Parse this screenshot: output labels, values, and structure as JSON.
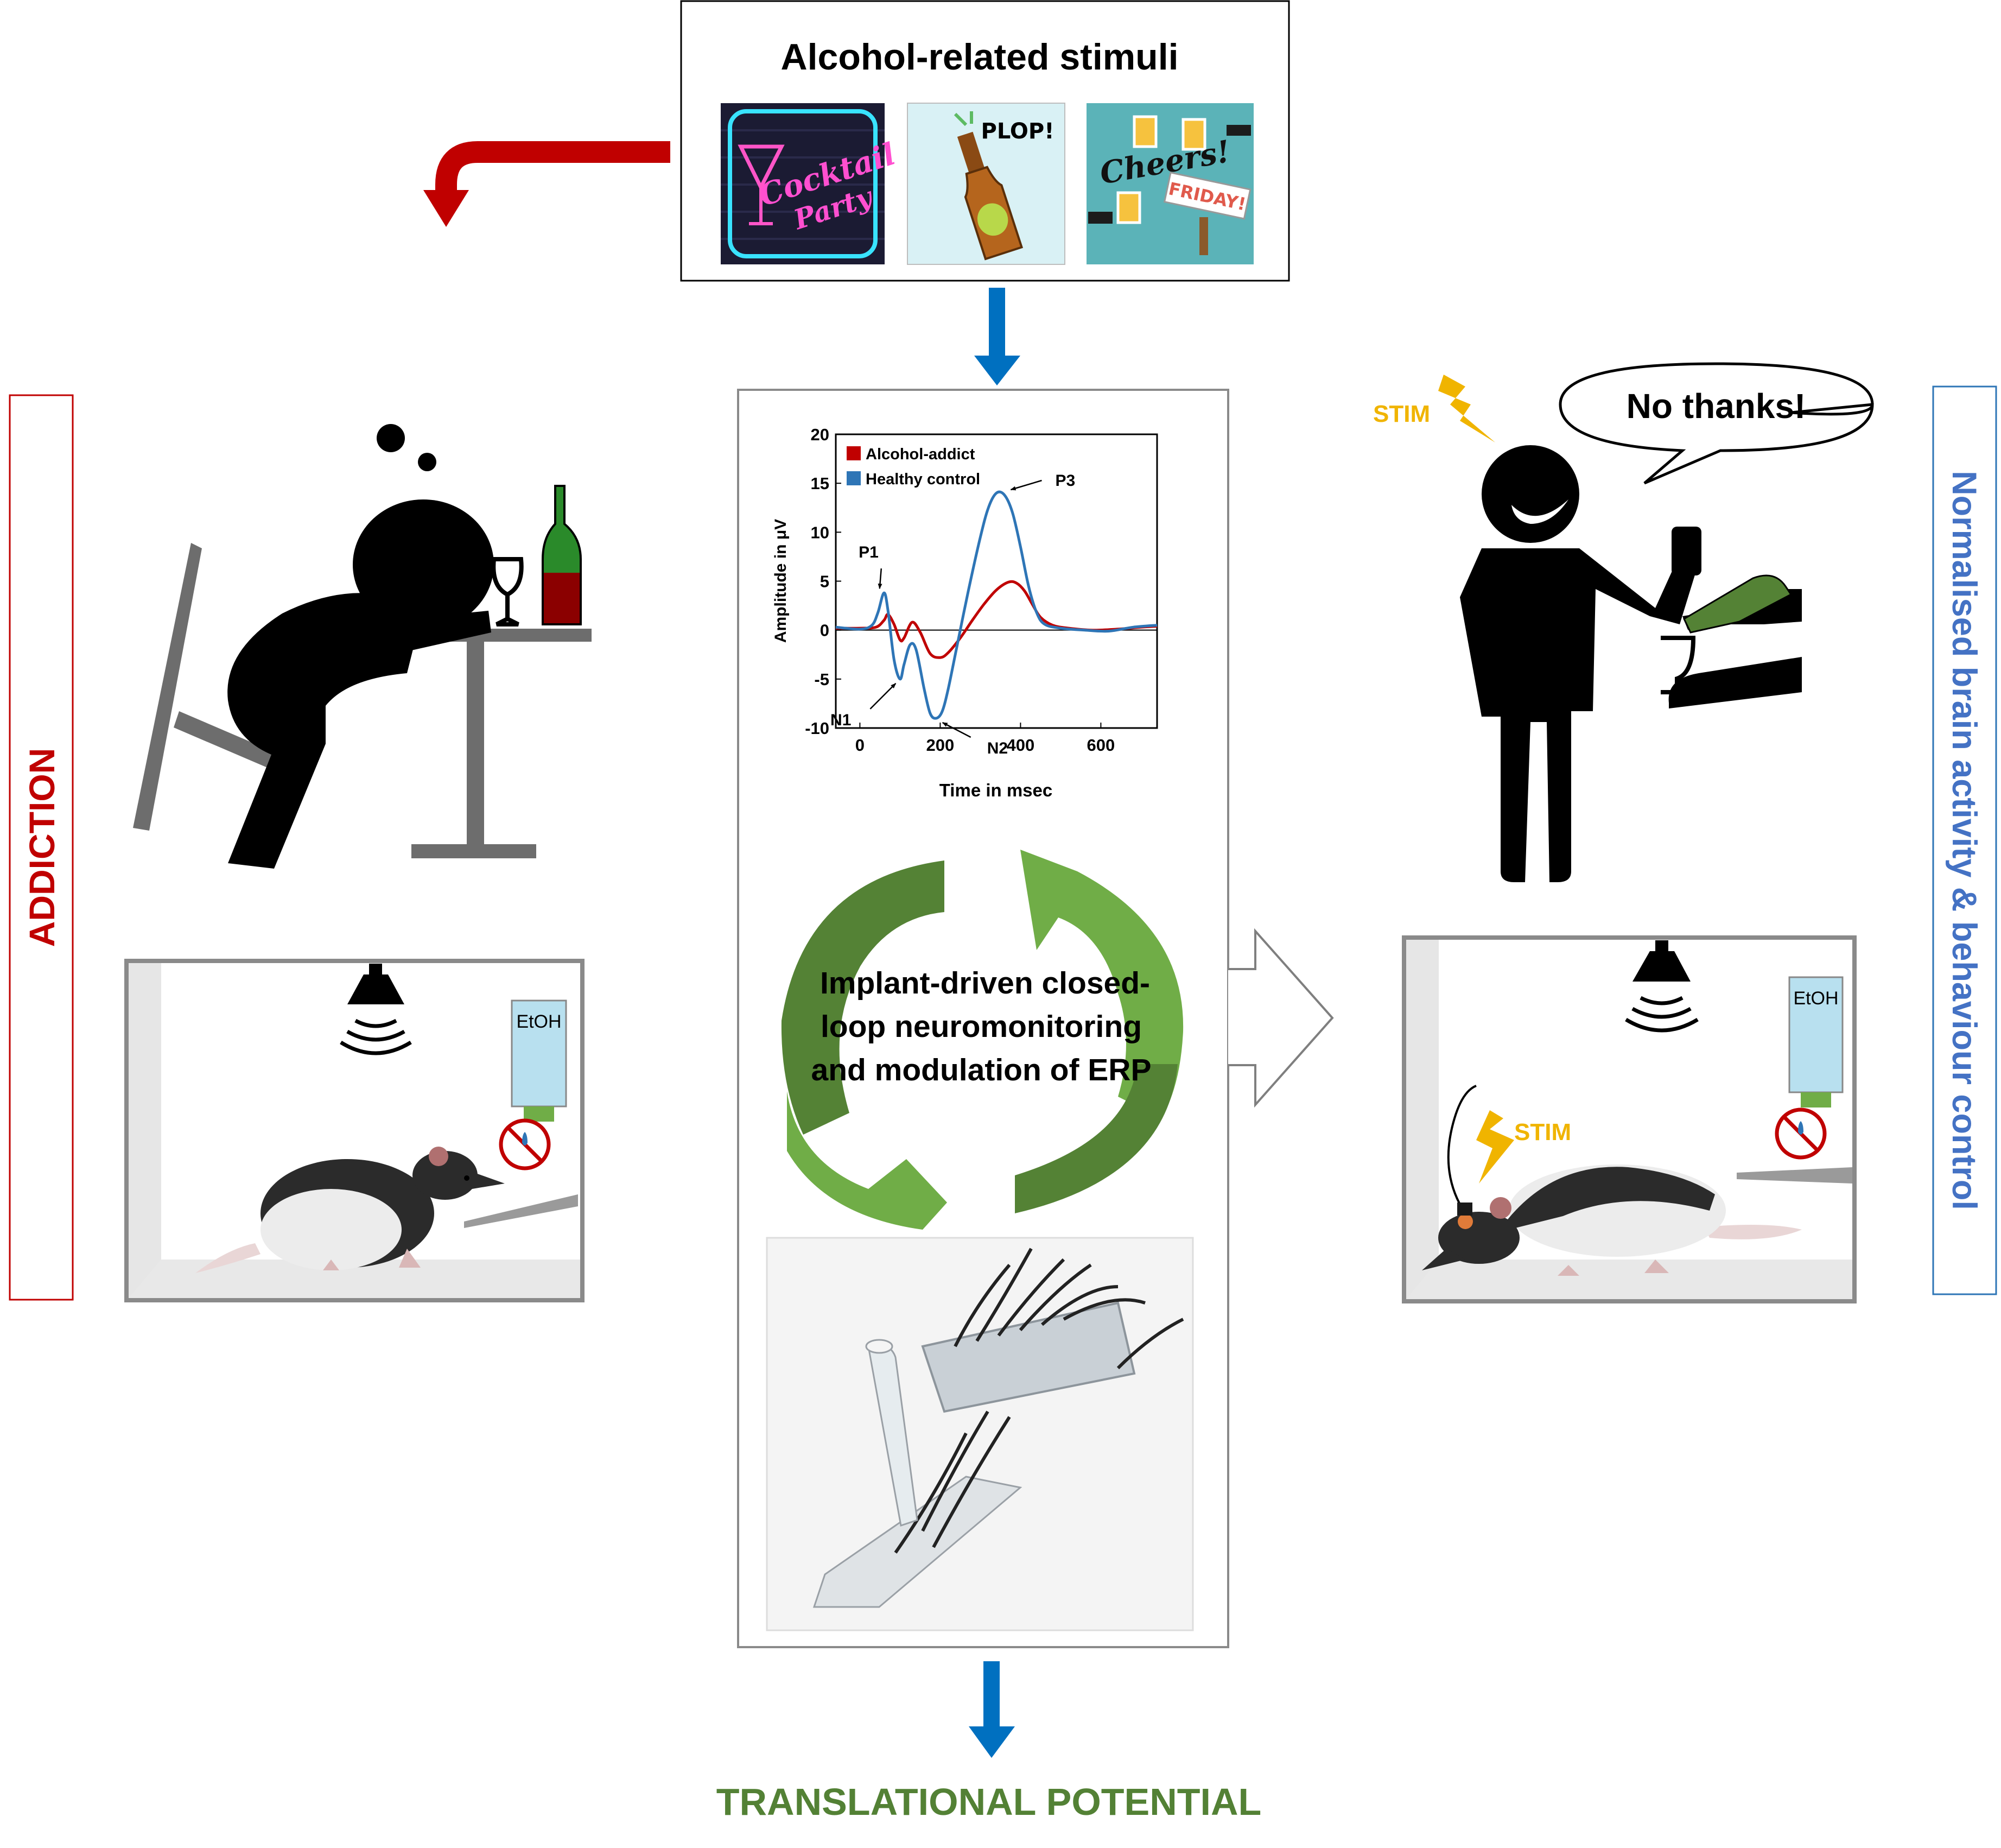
{
  "title": "Alcohol-related stimuli",
  "stimuli": {
    "cocktail_line1": "Cocktail",
    "cocktail_line2": "Party",
    "plop": "PLOP!",
    "cheers": "Cheers!",
    "friday": "FRIDAY!"
  },
  "left_label": "ADDICTION",
  "right_label": "Normalised brain activity & behaviour control",
  "bottom_label": "TRANSLATIONAL POTENTIAL",
  "speech": "No thanks!",
  "stim_label": "STIM",
  "etoh_label": "EtOH",
  "cycle_text": [
    "Implant-driven closed-",
    "loop neuromonitoring",
    "and modulation of ERP"
  ],
  "colors": {
    "addiction": "#c00000",
    "normalised": "#4472c4",
    "translational": "#538135",
    "flow_arrow": "#0070c0",
    "stim": "#f0b400",
    "cycle_green": "#70ad47"
  },
  "chart_data": {
    "type": "line",
    "xlabel": "Time in msec",
    "ylabel": "Amplitude in μV",
    "xlim": [
      -60,
      740
    ],
    "ylim": [
      -10,
      20
    ],
    "xticks": [
      0,
      200,
      400,
      600
    ],
    "yticks": [
      -10,
      -5,
      0,
      5,
      10,
      15,
      20
    ],
    "legend_position": "top-left",
    "series": [
      {
        "name": "Alcohol-addict",
        "color": "#c00000",
        "x": [
          -60,
          0,
          40,
          60,
          70,
          85,
          100,
          110,
          130,
          150,
          175,
          200,
          220,
          250,
          280,
          310,
          340,
          370,
          390,
          410,
          430,
          450,
          480,
          520,
          580,
          640,
          700,
          740
        ],
        "y": [
          0.2,
          0.2,
          0.3,
          1.0,
          1.6,
          0.6,
          -1.0,
          -0.8,
          0.8,
          -0.2,
          -2.4,
          -2.8,
          -2.3,
          -0.8,
          1.0,
          2.7,
          4.1,
          4.9,
          4.8,
          4.0,
          2.6,
          1.3,
          0.5,
          0.2,
          0.0,
          0.1,
          0.3,
          0.4
        ]
      },
      {
        "name": "Healthy control",
        "color": "#2e75b6",
        "x": [
          -60,
          0,
          30,
          45,
          60,
          70,
          85,
          100,
          110,
          125,
          140,
          160,
          175,
          190,
          205,
          220,
          240,
          270,
          300,
          320,
          340,
          360,
          380,
          400,
          420,
          440,
          460,
          500,
          560,
          620,
          680,
          740
        ],
        "y": [
          0.3,
          0.1,
          0.5,
          1.8,
          3.8,
          2.0,
          -3.0,
          -5.0,
          -3.5,
          -1.5,
          -2.0,
          -6.0,
          -8.5,
          -9.0,
          -8.3,
          -6.0,
          -2.0,
          4.0,
          9.5,
          12.5,
          14.0,
          13.8,
          12.0,
          8.5,
          4.5,
          1.8,
          0.6,
          0.2,
          0.0,
          -0.1,
          0.3,
          0.5
        ]
      }
    ],
    "annotations": [
      {
        "text": "P1",
        "x": 60,
        "y": 3.8
      },
      {
        "text": "N1",
        "x": 100,
        "y": -5.0
      },
      {
        "text": "N2",
        "x": 195,
        "y": -9.0
      },
      {
        "text": "P3",
        "x": 365,
        "y": 13.9
      }
    ]
  }
}
